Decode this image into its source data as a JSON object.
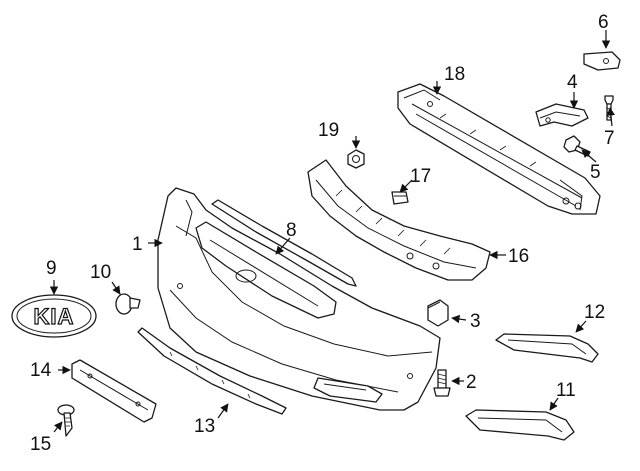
{
  "diagram": {
    "colors": {
      "line": "#1a1a1a",
      "background": "#ffffff"
    },
    "logo_text": "KIA",
    "callouts": [
      {
        "id": "1",
        "label": "1"
      },
      {
        "id": "2",
        "label": "2"
      },
      {
        "id": "3",
        "label": "3"
      },
      {
        "id": "4",
        "label": "4"
      },
      {
        "id": "5",
        "label": "5"
      },
      {
        "id": "6",
        "label": "6"
      },
      {
        "id": "7",
        "label": "7"
      },
      {
        "id": "8",
        "label": "8"
      },
      {
        "id": "9",
        "label": "9"
      },
      {
        "id": "10",
        "label": "10"
      },
      {
        "id": "11",
        "label": "11"
      },
      {
        "id": "12",
        "label": "12"
      },
      {
        "id": "13",
        "label": "13"
      },
      {
        "id": "14",
        "label": "14"
      },
      {
        "id": "15",
        "label": "15"
      },
      {
        "id": "16",
        "label": "16"
      },
      {
        "id": "17",
        "label": "17"
      },
      {
        "id": "18",
        "label": "18"
      },
      {
        "id": "19",
        "label": "19"
      }
    ]
  }
}
